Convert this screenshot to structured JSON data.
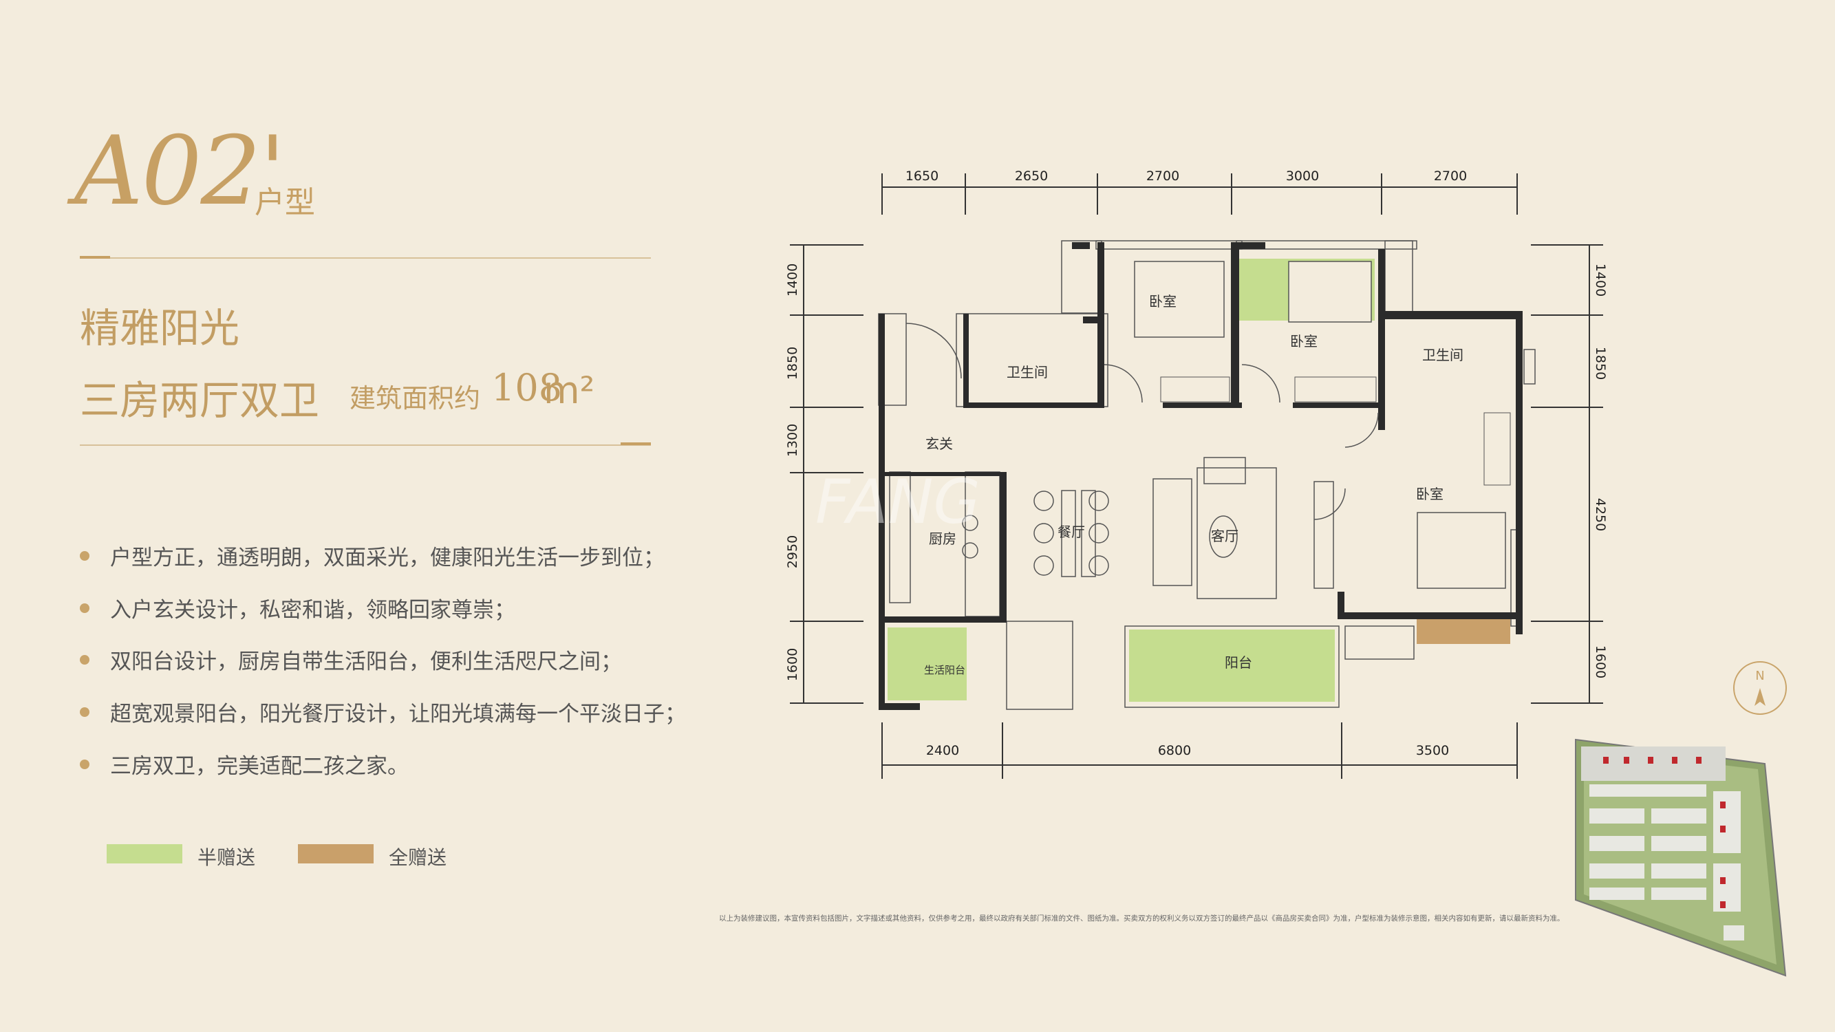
{
  "header": {
    "model_code": "A02'",
    "model_suffix": "户型",
    "slogan": "精雅阳光",
    "layout_title": "三房两厅双卫",
    "area_label": "建筑面积约",
    "area_value": "108",
    "area_unit": "m²"
  },
  "features": [
    "户型方正，通透明朗，双面采光，健康阳光生活一步到位；",
    "入户玄关设计，私密和谐，领略回家尊崇；",
    "双阳台设计，厨房自带生活阳台，便利生活咫尺之间；",
    "超宽观景阳台，阳光餐厅设计，让阳光填满每一个平淡日子；",
    "三房双卫，完美适配二孩之家。"
  ],
  "legend": [
    {
      "label": "半赠送",
      "color": "#c5dd8f"
    },
    {
      "label": "全赠送",
      "color": "#c9a06a"
    }
  ],
  "dimensions": {
    "top": [
      "1650",
      "2650",
      "2700",
      "3000",
      "2700"
    ],
    "bottom": [
      "2400",
      "6800",
      "3500"
    ],
    "left": [
      "1400",
      "1850",
      "1300",
      "2950",
      "1600"
    ],
    "right": [
      "1400",
      "1850",
      "4250",
      "1600"
    ]
  },
  "rooms": {
    "bedroom_1": "卧室",
    "bedroom_2": "卧室",
    "bedroom_3": "卧室",
    "bathroom_1": "卫生间",
    "bathroom_2": "卫生间",
    "foyer": "玄关",
    "kitchen": "厨房",
    "dining": "餐厅",
    "living": "客厅",
    "balcony": "阳台",
    "utility_balcony": "生活阳台"
  },
  "compass": "N",
  "watermark": "FANG",
  "disclaimer": "以上为装修建议图，本宣传资料包括图片，文字描述或其他资料，仅供参考之用，最终以政府有关部门标准的文件、图纸为准。买卖双方的权利义务以双方签订的最终产品以《商品房买卖合同》为准，户型标准为装修示意图，相关内容如有更新，请以最新资料为准。"
}
